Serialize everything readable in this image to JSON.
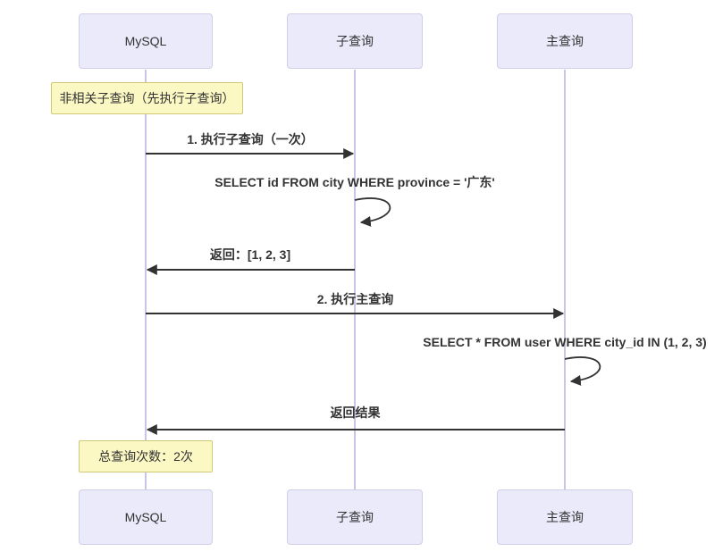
{
  "diagram": {
    "type": "sequence",
    "participants": [
      {
        "id": "mysql",
        "name": "MySQL"
      },
      {
        "id": "subquery",
        "name": "子查询"
      },
      {
        "id": "mainquery",
        "name": "主查询"
      }
    ],
    "notes": [
      {
        "text": "非相关子查询（先执行子查询）",
        "over": "MySQL"
      },
      {
        "text": "总查询次数：2次",
        "over": "MySQL"
      }
    ],
    "messages": [
      {
        "from": "MySQL",
        "to": "子查询",
        "label": "1. 执行子查询（一次）",
        "style": "solid-arrow"
      },
      {
        "from": "子查询",
        "to": "子查询",
        "label": "SELECT id FROM city WHERE province = '广东'",
        "style": "self-loop"
      },
      {
        "from": "子查询",
        "to": "MySQL",
        "label": "返回：[1, 2, 3]",
        "style": "solid-arrow"
      },
      {
        "from": "MySQL",
        "to": "主查询",
        "label": "2. 执行主查询",
        "style": "solid-arrow"
      },
      {
        "from": "主查询",
        "to": "主查询",
        "label": "SELECT * FROM user WHERE city_id IN (1, 2, 3)",
        "style": "self-loop"
      },
      {
        "from": "主查询",
        "to": "MySQL",
        "label": "返回结果",
        "style": "solid-arrow"
      }
    ],
    "colors": {
      "actor_fill": "#eaeafa",
      "actor_border": "#cfcfe8",
      "lifeline": "#c9c5e8",
      "note_fill": "#fbf8c4",
      "note_border": "#cfc878",
      "text": "#333333",
      "arrow": "#333333"
    }
  }
}
